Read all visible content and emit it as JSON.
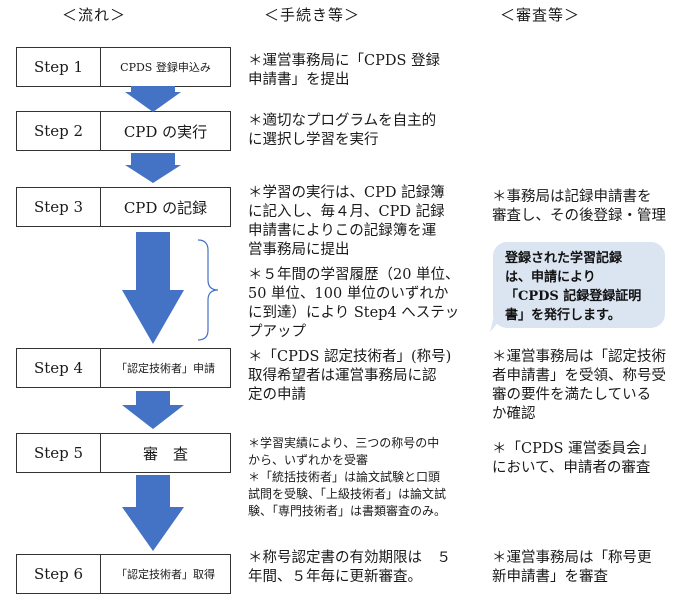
{
  "headers": {
    "flow": "＜流れ＞",
    "procedure": "＜手続き等＞",
    "review": "＜審査等＞"
  },
  "steps": [
    {
      "label": "Step 1",
      "name": "CPDS 登録申込み"
    },
    {
      "label": "Step 2",
      "name": "CPD の実行"
    },
    {
      "label": "Step 3",
      "name": "CPD の記録"
    },
    {
      "label": "Step 4",
      "name": "「認定技術者」申請"
    },
    {
      "label": "Step 5",
      "name": "審　査"
    },
    {
      "label": "Step 6",
      "name": "「認定技術者」取得"
    }
  ],
  "procedures": {
    "s1": "＊運営事務局に「CPDS 登録\n申請書」を提出",
    "s2": "＊適切なプログラムを自主的\nに選択し学習を実行",
    "s3a": "＊学習の実行は、CPD 記録簿\nに記入し、毎４月、CPD 記録\n申請書によりこの記録簿を運\n営事務局に提出",
    "s3b": "＊５年間の学習履歴（20 単位、\n50 単位、100 単位のいずれか\nに到達）により Step4 へステッ\nプアップ",
    "s4": "＊「CPDS 認定技術者」(称号)\n取得希望者は運営事務局に認\n定の申請",
    "s5": "＊学習実績により、三つの称号の中\nから、いずれかを受審\n＊「統括技術者」は論文試験と口頭\n試問を受験、「上級技術者」は論文試\n験、「専門技術者」は書類審査のみ。",
    "s6": "＊称号認定書の有効期限は　５\n年間、５年毎に更新審査。"
  },
  "reviews": {
    "s3": "＊事務局は記録申請書を\n審査し、その後登録・管理",
    "s4": "＊運営事務局は「認定技術\n者申請書」を受領、称号受\n審の要件を満たしている\nか確認",
    "s5": "＊「CPDS 運営委員会」\nにおいて、申請者の審査",
    "s6": "＊運営事務局は「称号更\n新申請書」を審査"
  },
  "callout": "登録された学習記録\nは、申請により\n「CPDS 記録登録証明\n書」を発行します。",
  "colors": {
    "arrow": "#4472c4",
    "bracket": "#4472c4",
    "callout_bg": "#dbe4f1"
  }
}
